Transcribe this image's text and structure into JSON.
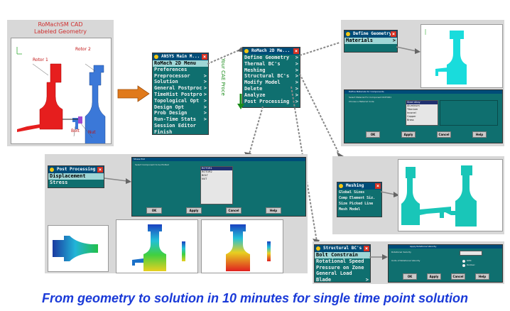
{
  "cad_panel": {
    "title_line1": "RoMachSM CAD",
    "title_line2": "Labeled Geometry",
    "labels": {
      "rotor1": "Rotor 1",
      "rotor2": "Rotor 2",
      "bolt": "Bolt",
      "nut": "Nut"
    }
  },
  "main_menu": {
    "title": "ANSYS Main M...",
    "items": [
      {
        "label": "RoMach 2D Menu",
        "arrow": ""
      },
      {
        "label": "Preferences",
        "arrow": ""
      },
      {
        "label": "Preprocessor",
        "arrow": ">"
      },
      {
        "label": "Solution",
        "arrow": ">"
      },
      {
        "label": "General Postproc",
        "arrow": ">"
      },
      {
        "label": "TimeHist Postpro",
        "arrow": ">"
      },
      {
        "label": "Topological Opt",
        "arrow": ">"
      },
      {
        "label": "Design Opt",
        "arrow": ">"
      },
      {
        "label": "Prob Design",
        "arrow": ">"
      },
      {
        "label": "Run-Time Stats",
        "arrow": ">"
      },
      {
        "label": "Session Editor",
        "arrow": ""
      },
      {
        "label": "Finish",
        "arrow": ""
      }
    ]
  },
  "romach_menu": {
    "title": "RoMach 2D Me...",
    "items": [
      {
        "label": "Define Geometry",
        "arrow": ">"
      },
      {
        "label": "Thermal BC's",
        "arrow": ">"
      },
      {
        "label": "Meshing",
        "arrow": ">"
      },
      {
        "label": "Structural BC's",
        "arrow": ">"
      },
      {
        "label": "Modify Model",
        "arrow": ">"
      },
      {
        "label": "Delete",
        "arrow": ">"
      },
      {
        "label": "Analyze",
        "arrow": ">"
      },
      {
        "label": "Post Processing",
        "arrow": ">"
      }
    ]
  },
  "cae_label": "Your CAE Proce",
  "define_geometry_menu": {
    "title": "Define Geometry",
    "items": [
      {
        "label": "Materials",
        "arrow": ">"
      }
    ]
  },
  "material_dialog": {
    "title": "Define Materials for Components",
    "heading": "Select Material For Component ROTOR1",
    "prompt": "Choose a Material Code",
    "list": [
      "Steel Alloy",
      "Aluminum",
      "Titanium",
      "Inconel",
      "Copper",
      "Brass"
    ],
    "buttons": [
      "OK",
      "Apply",
      "Cancel",
      "Help"
    ]
  },
  "meshing_menu": {
    "title": "Meshing",
    "items": [
      {
        "label": "Global Sizes",
        "arrow": ""
      },
      {
        "label": "Comp Element Siz.",
        "arrow": ""
      },
      {
        "label": "Size Picked Line",
        "arrow": ""
      },
      {
        "label": "Mesh Model",
        "arrow": ""
      }
    ]
  },
  "structural_menu": {
    "title": "Structural BC's",
    "items": [
      {
        "label": "Bolt Constrain",
        "arrow": ""
      },
      {
        "label": "Rotational Speed",
        "arrow": ""
      },
      {
        "label": "Pressure on Zone",
        "arrow": ""
      },
      {
        "label": "General Load",
        "arrow": ""
      },
      {
        "label": "Blade",
        "arrow": ">"
      }
    ]
  },
  "rot_dialog": {
    "title": "Apply Rotational Velocity",
    "field1": "Rotational Velocity",
    "field2": "Units of Rotational Velocity",
    "opt1": "RPM",
    "opt2": "Rad/sec",
    "buttons": [
      "OK",
      "Apply",
      "Cancel",
      "Help"
    ]
  },
  "post_menu": {
    "title": "Post Processing",
    "items": [
      {
        "label": "Displacement",
        "arrow": ""
      },
      {
        "label": "Stress",
        "arrow": ""
      }
    ]
  },
  "post_dialog": {
    "title": "Stress Plot",
    "heading": "Select Component to be Plotted",
    "list": [
      "ROTOR1",
      "ROTOR2",
      "BOLT",
      "NUT"
    ],
    "buttons": [
      "OK",
      "Apply",
      "Cancel",
      "Help"
    ]
  },
  "caption": "From geometry to solution in 10 minutes for single time point solution"
}
